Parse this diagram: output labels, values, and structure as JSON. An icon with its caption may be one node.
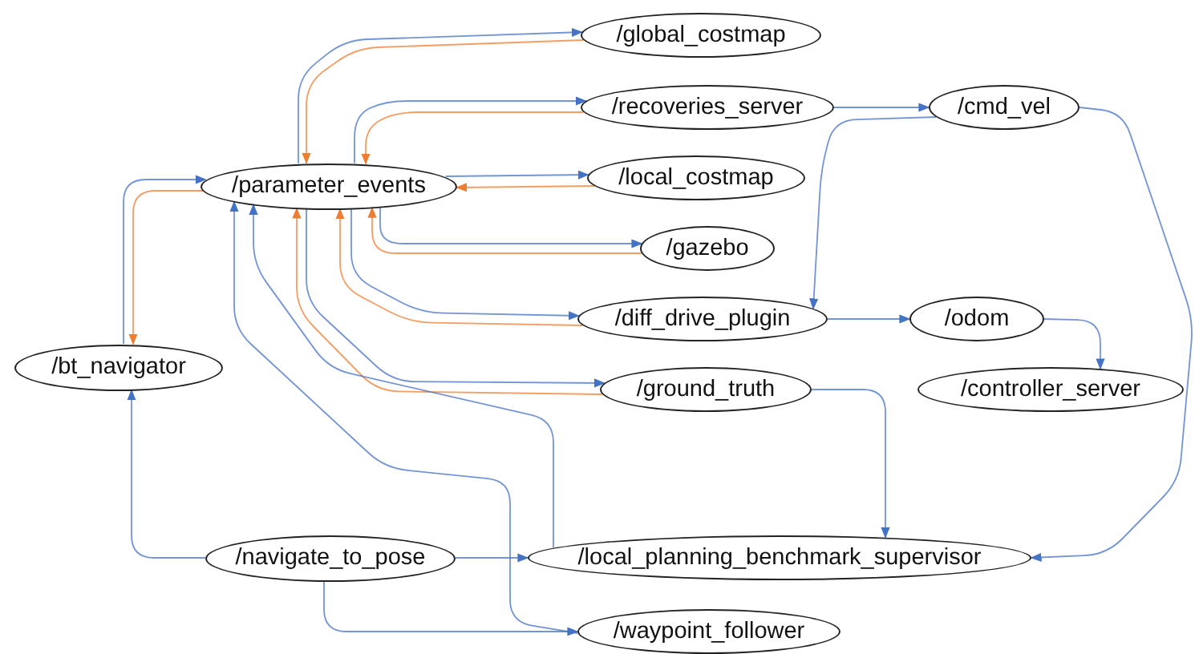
{
  "diagram": {
    "nodes": [
      {
        "text": [
          "/parameter_events"
        ]
      },
      {
        "text": [
          "/global_costmap"
        ]
      },
      {
        "text": [
          "/recoveries_server"
        ]
      },
      {
        "text": [
          "/local_costmap"
        ]
      },
      {
        "text": [
          "/gazebo"
        ]
      },
      {
        "text": [
          "/cmd_vel"
        ]
      },
      {
        "text": [
          "/diff_drive_plugin"
        ]
      },
      {
        "text": [
          "/odom"
        ]
      },
      {
        "text": [
          "/bt_navigator"
        ]
      },
      {
        "text": [
          "/controller_server"
        ]
      },
      {
        "text": [
          "/ground_truth"
        ]
      },
      {
        "text": [
          "/navigate_to_pose"
        ]
      },
      {
        "text": [
          "/local_planning_benchmark_supervisor"
        ]
      },
      {
        "text": [
          "/waypoint_follower"
        ]
      }
    ],
    "edges": [
      {
        "from": 0,
        "to": 1,
        "arrow": "to"
      },
      {
        "from": 1,
        "to": 0,
        "arrow": "to",
        "color": "#ed7d31"
      },
      {
        "from": 0,
        "to": 2,
        "arrow": "to"
      },
      {
        "from": 2,
        "to": 0,
        "arrow": "to",
        "color": "#ed7d31"
      },
      {
        "from": 0,
        "to": 3,
        "arrow": "to"
      },
      {
        "from": 3,
        "to": 0,
        "arrow": "to",
        "color": "#ed7d31"
      },
      {
        "from": 0,
        "to": 4,
        "arrow": "to"
      },
      {
        "from": 4,
        "to": 0,
        "arrow": "to",
        "color": "#ed7d31"
      },
      {
        "from": 0,
        "to": 6,
        "arrow": "to"
      },
      {
        "from": 6,
        "to": 0,
        "arrow": "to",
        "color": "#ed7d31"
      },
      {
        "from": 0,
        "to": 10,
        "arrow": "to"
      },
      {
        "from": 10,
        "to": 0,
        "arrow": "to",
        "color": "#ed7d31"
      },
      {
        "from": 8,
        "to": 0,
        "arrow": "to"
      },
      {
        "from": 0,
        "to": 8,
        "arrow": "to",
        "color": "#ed7d31"
      },
      {
        "from": 11,
        "to": 8,
        "arrow": "to"
      },
      {
        "from": 11,
        "to": 12,
        "arrow": "to"
      },
      {
        "from": 11,
        "to": 13,
        "arrow": "to"
      },
      {
        "from": 12,
        "to": 0,
        "arrow": "to"
      },
      {
        "from": 13,
        "to": 0,
        "arrow": "to"
      },
      {
        "from": 2,
        "to": 5,
        "arrow": "to"
      },
      {
        "from": 5,
        "to": 6,
        "arrow": "to"
      },
      {
        "from": 6,
        "to": 7,
        "arrow": "to"
      },
      {
        "from": 7,
        "to": 9,
        "arrow": "to"
      },
      {
        "from": 5,
        "to": 12,
        "arrow": "to"
      },
      {
        "from": 10,
        "to": 12,
        "arrow": "to"
      }
    ]
  }
}
